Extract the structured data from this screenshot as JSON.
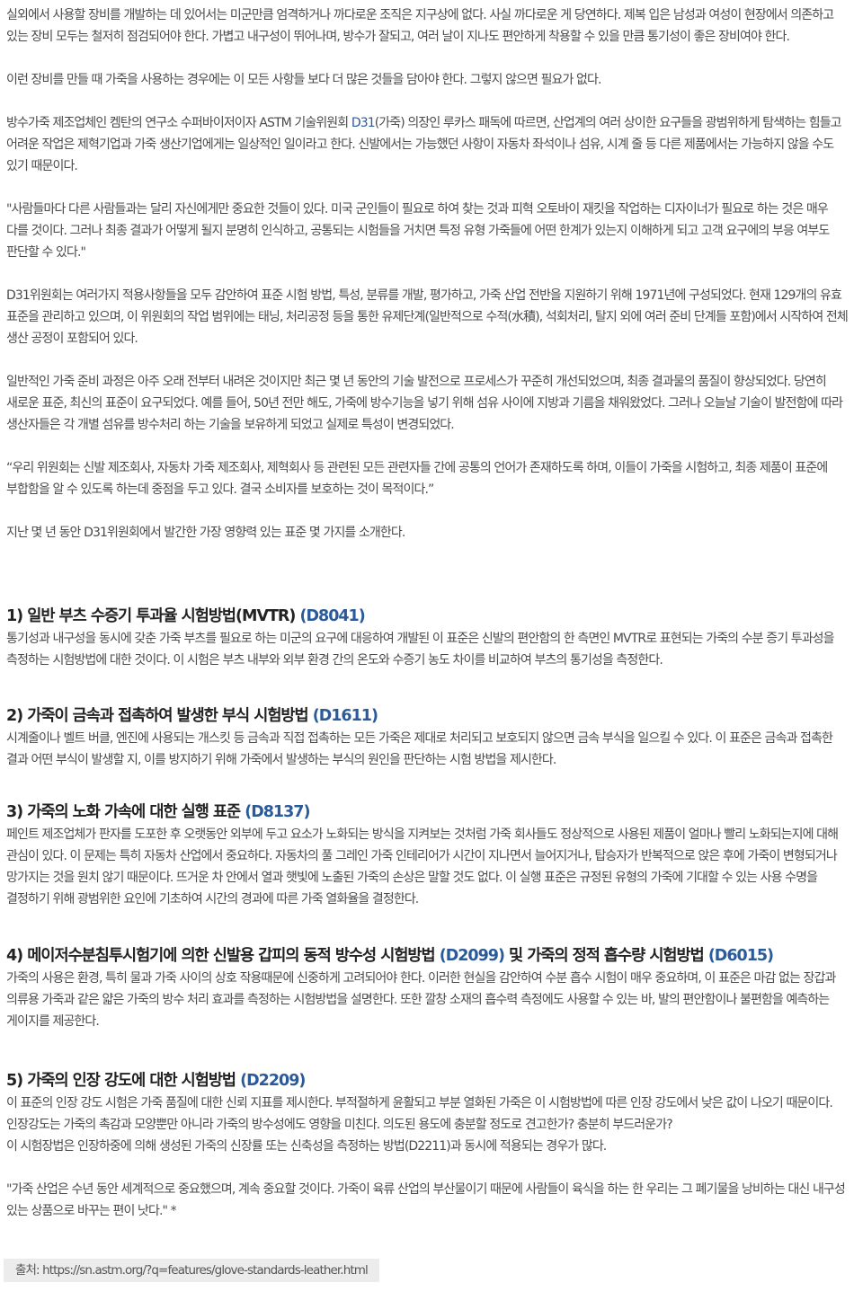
{
  "intro": {
    "p1": "실외에서 사용할 장비를 개발하는 데 있어서는 미군만큼 엄격하거나 까다로운 조직은 지구상에 없다. 사실 까다로운 게 당연하다. 제복 입은 남성과 여성이 현장에서 의존하고 있는 장비 모두는 철저히 점검되어야 한다. 가볍고 내구성이 뛰어나며, 방수가 잘되고, 여러 날이 지나도 편안하게 착용할 수 있을 만큼 통기성이 좋은 장비여야 한다.",
    "p2": "이런 장비를 만들 때 가죽을 사용하는 경우에는 이 모든 사항들 보다 더 많은 것들을 담아야 한다. 그렇지 않으면 필요가 없다.",
    "p3_before": "방수가죽 제조업체인 켐탄의 연구소 수퍼바이저이자 ASTM 기술위원회 ",
    "p3_link": "D31",
    "p3_after": "(가죽) 의장인 루카스 패독에 따르면, 산업계의 여러 상이한 요구들을 광범위하게 탐색하는 힘들고 어려운 작업은 제혁기업과 가죽 생산기업에게는 일상적인 일이라고 한다. 신발에서는 가능했던 사항이 자동차 좌석이나 섬유, 시계 줄 등 다른 제품에서는 가능하지 않을 수도 있기 때문이다.",
    "p4": "\"사람들마다 다른 사람들과는 달리 자신에게만 중요한 것들이 있다. 미국 군인들이 필요로 하여 찾는 것과 피혁 오토바이 재킷을 작업하는 디자이너가 필요로 하는 것은 매우 다를 것이다. 그러나 최종 결과가 어떻게 될지 분명히 인식하고, 공통되는 시험들을 거치면 특정 유형 가죽들에 어떤 한계가 있는지 이해하게 되고 고객 요구에의 부응 여부도 판단할 수 있다.\"",
    "p5": "D31위원회는 여러가지 적용사항들을 모두 감안하여 표준 시험 방법, 특성, 분류를 개발, 평가하고, 가죽 산업 전반을 지원하기 위해 1971년에 구성되었다. 현재 129개의 유효 표준을 관리하고 있으며, 이 위원회의 작업 범위에는 태닝, 처리공정 등을 통한 유제단계(일반적으로 수적(水積), 석회처리, 탈지 외에 여러 준비 단계들 포함)에서 시작하여 전체 생산 공정이 포함되어 있다.",
    "p6": "일반적인 가죽 준비 과정은 아주 오래 전부터 내려온 것이지만 최근 몇 년 동안의 기술 발전으로 프로세스가 꾸준히 개선되었으며, 최종 결과물의 품질이 향상되었다. 당연히 새로운 표준, 최신의 표준이 요구되었다. 예를 들어, 50년 전만 해도, 가죽에 방수기능을 넣기 위해 섬유 사이에 지방과 기름을 채워왔었다. 그러나 오늘날 기술이 발전함에 따라 생산자들은 각 개별 섬유를 방수처리 하는 기술을 보유하게 되었고 실제로 특성이 변경되었다.",
    "p7": "“우리 위원회는 신발 제조회사, 자동차 가죽 제조회사, 제혁회사 등 관련된 모든 관련자들 간에 공통의 언어가 존재하도록 하며, 이들이 가죽을 시험하고, 최종 제품이 표준에 부합함을 알 수 있도록 하는데 중점을 두고 있다. 결국 소비자를 보호하는 것이 목적이다.”",
    "p8": "지난 몇 년 동안 D31위원회에서 발간한 가장 영향력 있는 표준 몇 가지를 소개한다."
  },
  "sections": [
    {
      "title": "1) 일반 부츠 수증기 투과율 시험방법(MVTR) ",
      "code": "(D8041)",
      "body": "통기성과 내구성을 동시에 갖춘 가죽 부츠를 필요로 하는 미군의 요구에 대응하여 개발된 이 표준은 신발의 편안함의 한 측면인 MVTR로 표현되는 가죽의 수분 증기 투과성을 측정하는 시험방법에 대한 것이다. 이 시험은 부츠 내부와 외부 환경 간의 온도와 수증기 농도 차이를 비교하여 부츠의 통기성을 측정한다."
    },
    {
      "title": "2) 가죽이 금속과 접촉하여 발생한 부식 시험방법 ",
      "code": "(D1611)",
      "body": "시계줄이나 벨트 버클, 엔진에 사용되는 개스킷 등 금속과 직접 접촉하는 모든 가죽은 제대로 처리되고 보호되지 않으면 금속 부식을 일으킬 수 있다. 이 표준은 금속과 접촉한 결과 어떤 부식이 발생할 지, 이를 방지하기 위해 가죽에서 발생하는 부식의 원인을 판단하는 시험 방법을 제시한다."
    },
    {
      "title": "3) 가죽의 노화 가속에 대한 실행 표준 ",
      "code": "(D8137)",
      "body": "페인트 제조업체가 판자를 도포한 후 오랫동안 외부에 두고 요소가 노화되는 방식을 지켜보는 것처럼 가죽 회사들도 정상적으로 사용된 제품이 얼마나 빨리 노화되는지에 대해 관심이 있다. 이 문제는 특히 자동차 산업에서 중요하다. 자동차의 풀 그레인 가죽 인테리어가 시간이 지나면서 늘어지거나, 탑승자가 반복적으로 앉은 후에 가죽이 변형되거나 망가지는 것을 원치 않기 때문이다. 뜨거운 차 안에서 열과 햇빛에 노출된 가죽의 손상은 말할 것도 없다. 이 실행 표준은 규정된 유형의 가죽에 기대할 수 있는 사용 수명을 결정하기 위해 광범위한 요인에 기초하여 시간의 경과에 따른 가죽 열화율을 결정한다."
    },
    {
      "title": "4) 메이저수분침투시험기에 의한 신발용 갑피의 동적 방수성 시험방법 ",
      "code": "(D2099)",
      "title2": " 및 가죽의 정적 흡수량 시험방법 ",
      "code2": "(D6015)",
      "body": "가죽의 사용은 환경, 특히 물과 가죽 사이의 상호 작용때문에 신중하게 고려되어야 한다.  이러한 현실을 감안하여 수분 흡수 시험이 매우 중요하며, 이 표준은 마감 없는 장갑과 의류용 가죽과 같은 얇은 가죽의 방수 처리 효과를 측정하는 시험방법을 설명한다. 또한 깔창 소재의 흡수력 측정에도 사용할 수 있는 바, 발의 편안함이나 불편함을 예측하는 게이지를 제공한다."
    },
    {
      "title": "5) 가죽의 인장 강도에 대한 시험방법 ",
      "code": "(D2209)",
      "body": "이 표준의 인장 강도 시험은 가죽 품질에 대한 신뢰 지표를 제시한다. 부적절하게 윤활되고 부분 열화된 가죽은 이 시험방법에 따른 인장 강도에서 낮은 값이 나오기 때문이다. 인장강도는 가죽의 촉감과 모양뿐만 아니라 가죽의 방수성에도 영향을 미친다. 의도된 용도에 충분할 정도로 견고한가? 충분히 부드러운가?",
      "body2": "이 시험장법은 인장하중에 의해 생성된 가죽의 신장률 또는 신축성을 측정하는 방법(D2211)과 동시에 적용되는 경우가 많다."
    }
  ],
  "closing_quote": "\"가죽 산업은 수년 동안 세계적으로 중요했으며, 계속 중요할 것이다. 가죽이 육류 산업의 부산물이기 때문에 사람들이 육식을 하는 한 우리는 그 폐기물을 낭비하는 대신 내구성 있는 상품으로 바꾸는 편이 낫다.\" *",
  "source": {
    "label": "출처:",
    "url": "https://sn.astm.org/?q=features/glove-standards-leather.html"
  },
  "colors": {
    "text": "#4a4a4a",
    "heading": "#222222",
    "code": "#2a5a9a",
    "source_bg": "#ececec"
  }
}
